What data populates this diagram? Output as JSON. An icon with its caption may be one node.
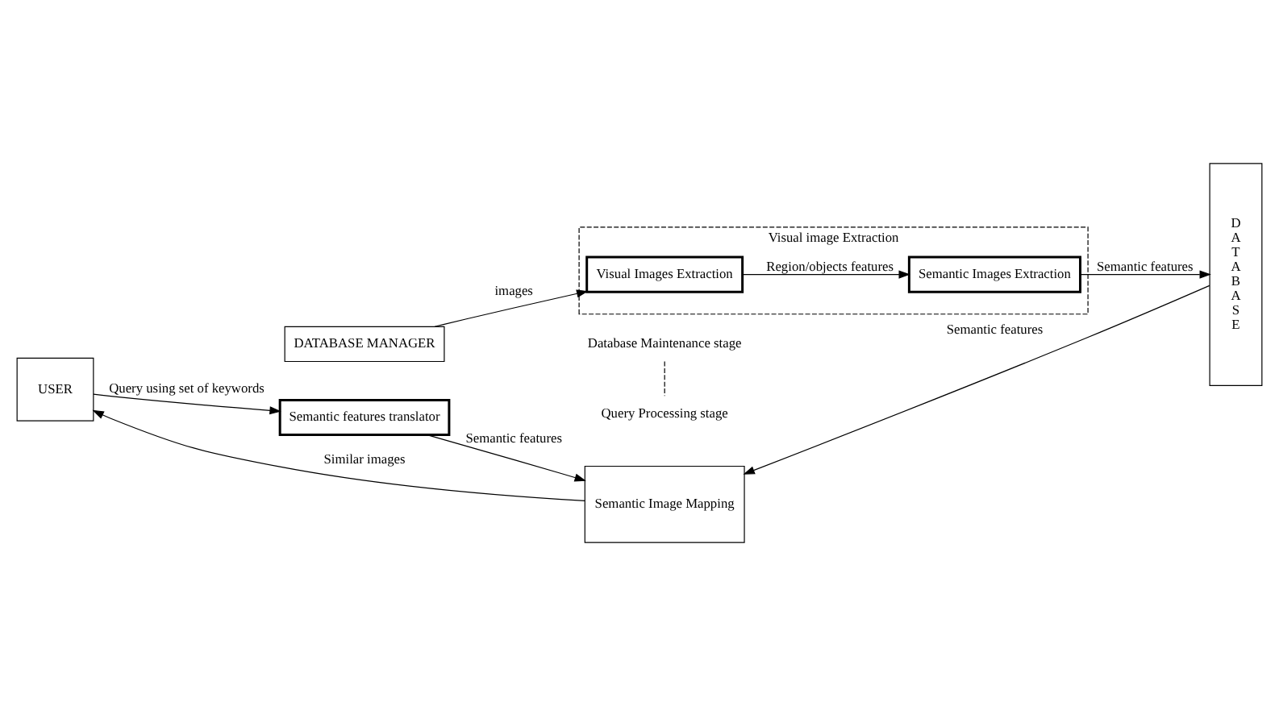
{
  "diagram": {
    "nodes": [
      {
        "text": [
          "Visual image Extraction"
        ]
      },
      {
        "text": [
          "DATABASE MANAGER"
        ]
      },
      {
        "text": [
          "Visual Images Extraction"
        ],
        "in": 0
      },
      {
        "text": [
          "Semantic Images Extraction"
        ],
        "in": 0
      },
      {
        "text": [
          "D A T A B A S E"
        ]
      },
      {
        "text": [
          "USER"
        ]
      },
      {
        "text": [
          "Semantic features translator"
        ]
      },
      {
        "text": [
          "Semantic Image Mapping"
        ]
      }
    ],
    "edges": [
      {
        "from": 1,
        "to": 2,
        "arrow": "to",
        "label": "images"
      },
      {
        "from": 2,
        "to": 3,
        "arrow": "to",
        "label": "Region/objects features"
      },
      {
        "from": 3,
        "to": 4,
        "arrow": "to",
        "label": "Semantic features"
      },
      {
        "from": 5,
        "to": 6,
        "arrow": "to",
        "label": "Query using set of keywords"
      },
      {
        "from": 6,
        "to": 7,
        "arrow": "to",
        "label": "Semantic features"
      },
      {
        "from": 4,
        "to": 7,
        "arrow": "to",
        "label": "Semantic features"
      },
      {
        "from": 7,
        "to": 5,
        "arrow": "to",
        "label": "Similar images"
      }
    ],
    "labels": [
      "Database Maintenance stage",
      "Query Processing stage"
    ]
  }
}
